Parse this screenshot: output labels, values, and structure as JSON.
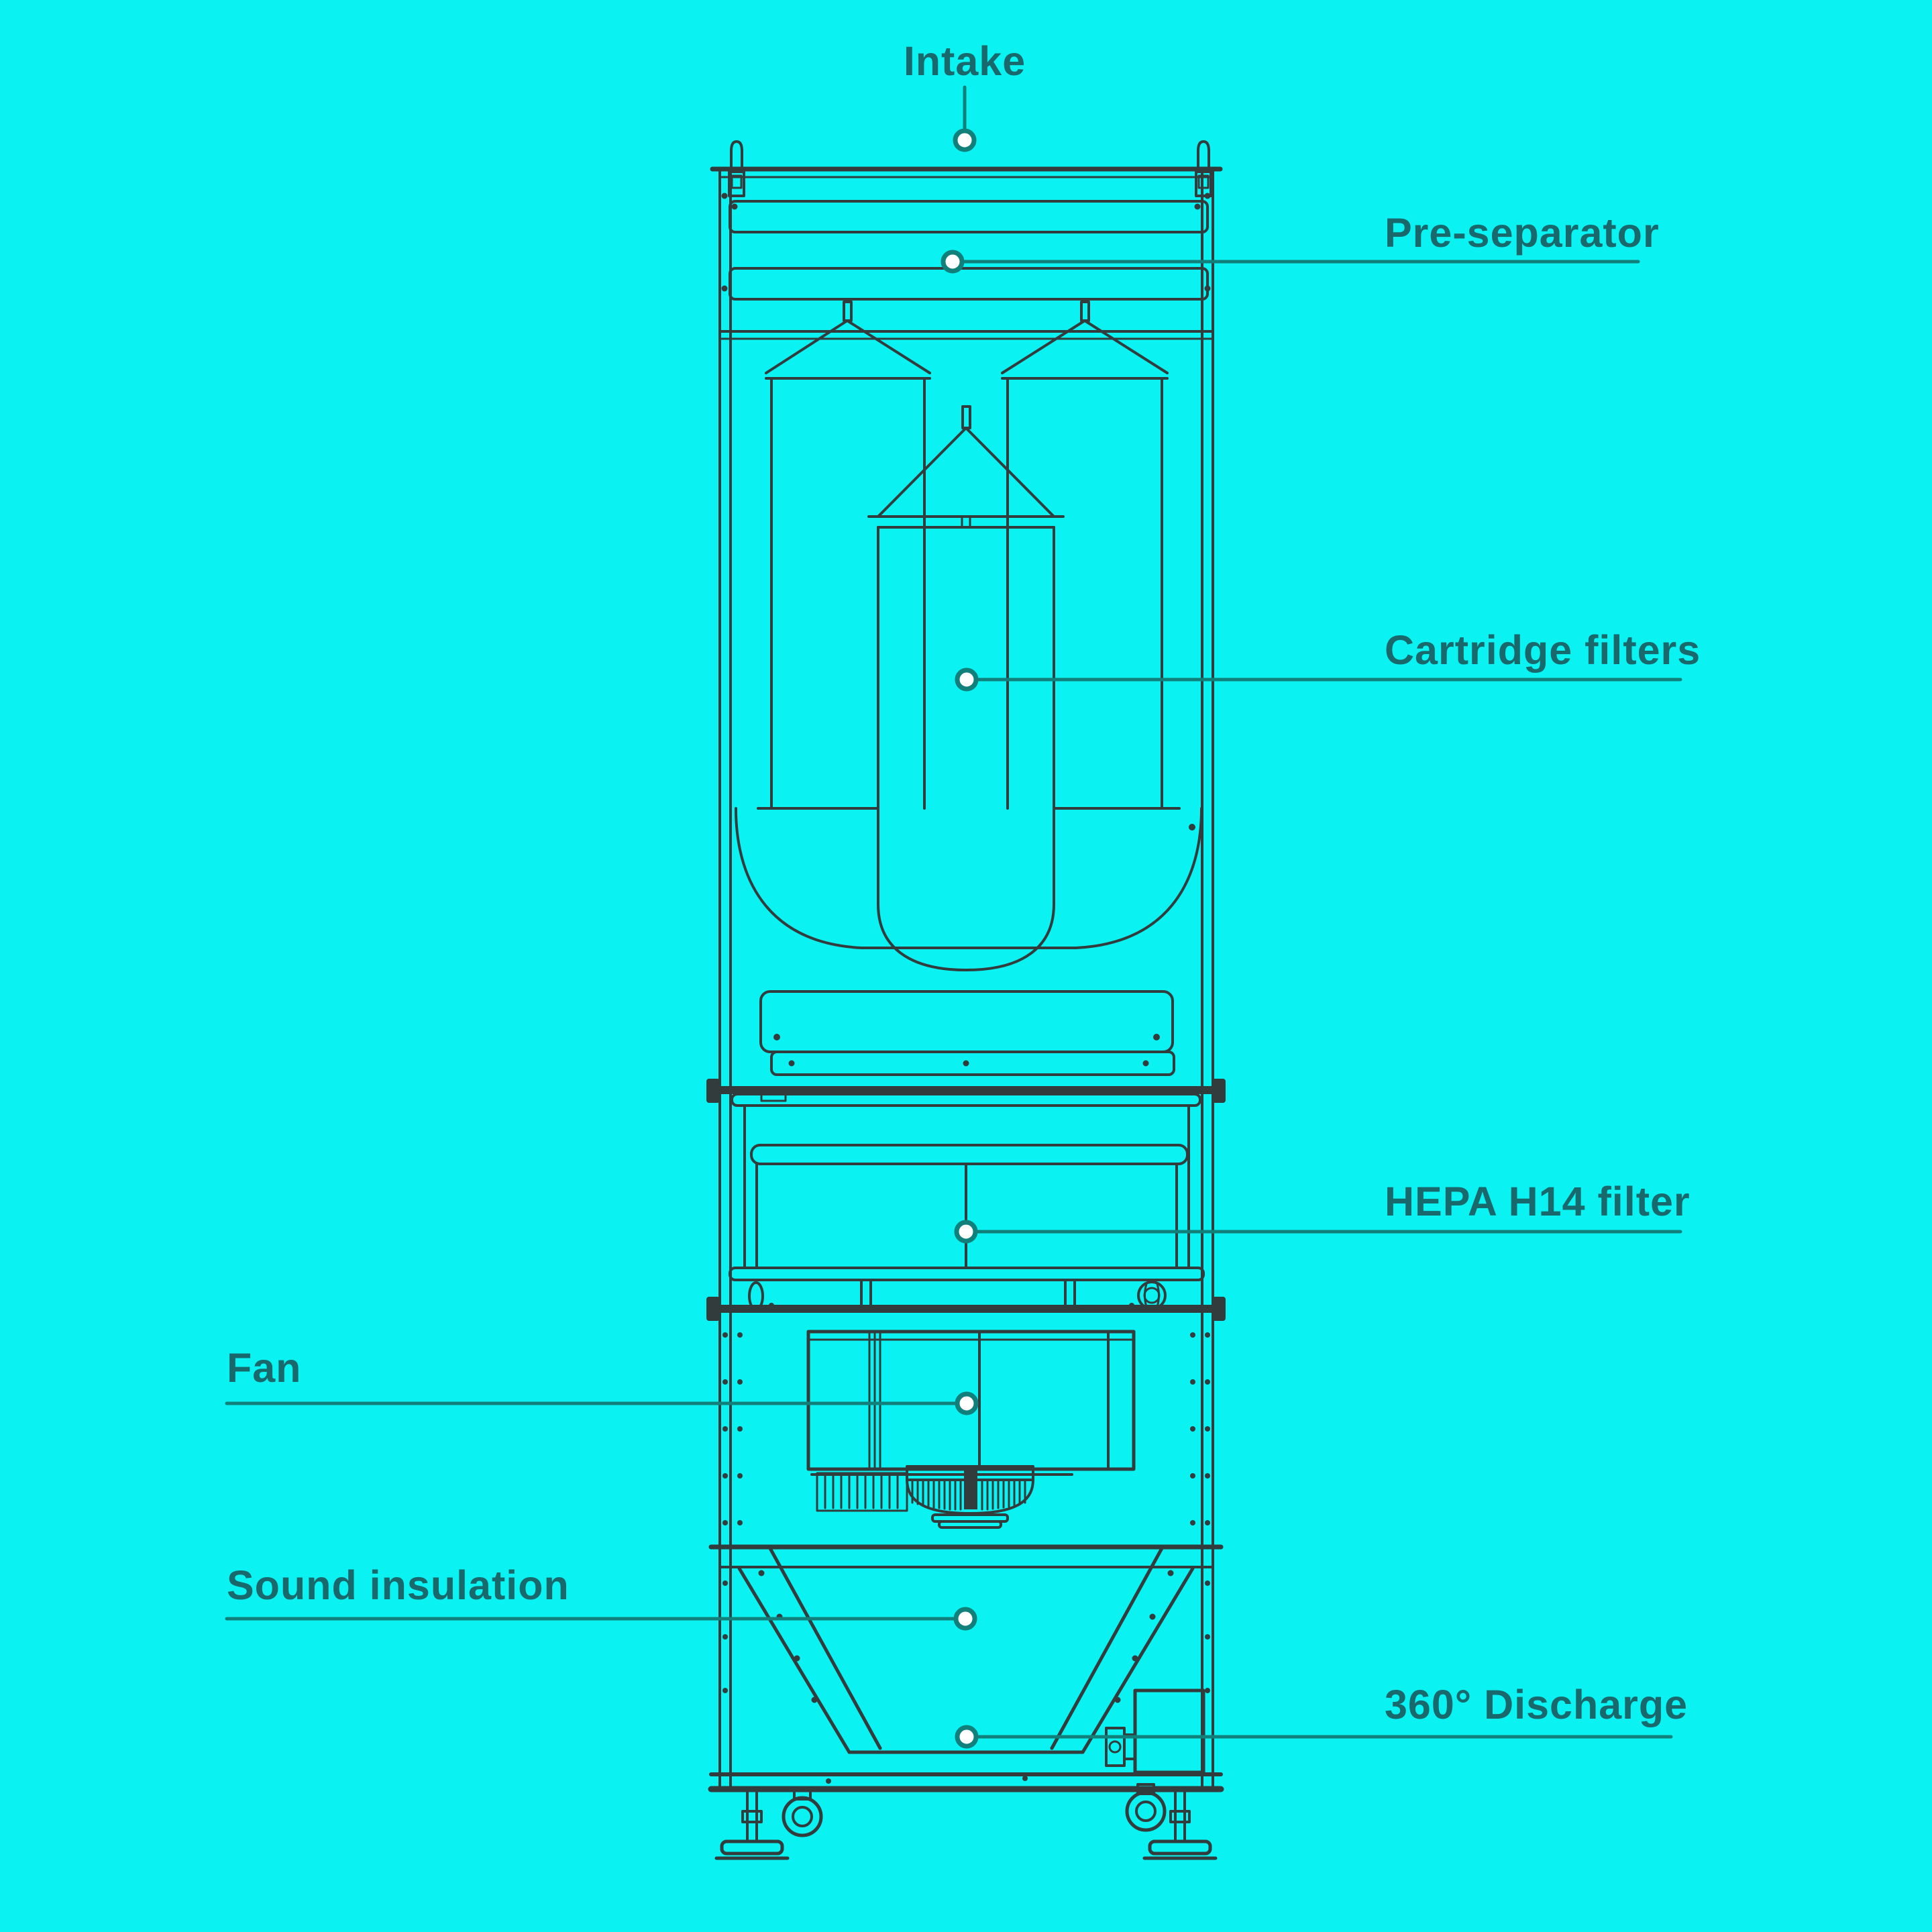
{
  "colors": {
    "background": "#0af2f2",
    "line": "#333c3c",
    "accent": "#11807b",
    "label": "#19696c",
    "dot_fill": "#ffffff"
  },
  "callouts": {
    "intake": {
      "label": "Intake"
    },
    "pre_separator": {
      "label": "Pre-separator"
    },
    "cartridge_filters": {
      "label": "Cartridge filters"
    },
    "hepa_filter": {
      "label": "HEPA H14 filter"
    },
    "fan": {
      "label": "Fan"
    },
    "sound_insulation": {
      "label": "Sound insulation"
    },
    "discharge": {
      "label": "360° Discharge"
    }
  }
}
